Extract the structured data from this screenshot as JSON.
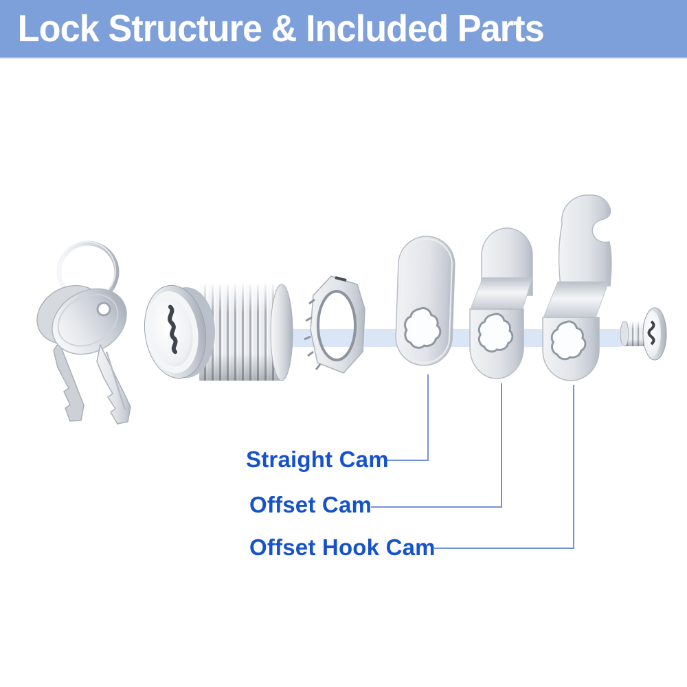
{
  "header": {
    "title": "Lock Structure & Included Parts"
  },
  "diagram": {
    "parts": [
      {
        "name": "keys-with-keyring"
      },
      {
        "name": "lock-cylinder"
      },
      {
        "name": "hex-nut"
      },
      {
        "name": "straight-cam",
        "label": "Straight Cam"
      },
      {
        "name": "offset-cam",
        "label": "Offset Cam"
      },
      {
        "name": "offset-hook-cam",
        "label": "Offset Hook Cam"
      },
      {
        "name": "mounting-screw"
      }
    ]
  },
  "colors": {
    "banner_bg": "#7EA0DA",
    "banner_text": "#FFFFFF",
    "label_text": "#1652CC",
    "connector_line": "#7391D9",
    "axis_band": "#DAE6F6"
  }
}
